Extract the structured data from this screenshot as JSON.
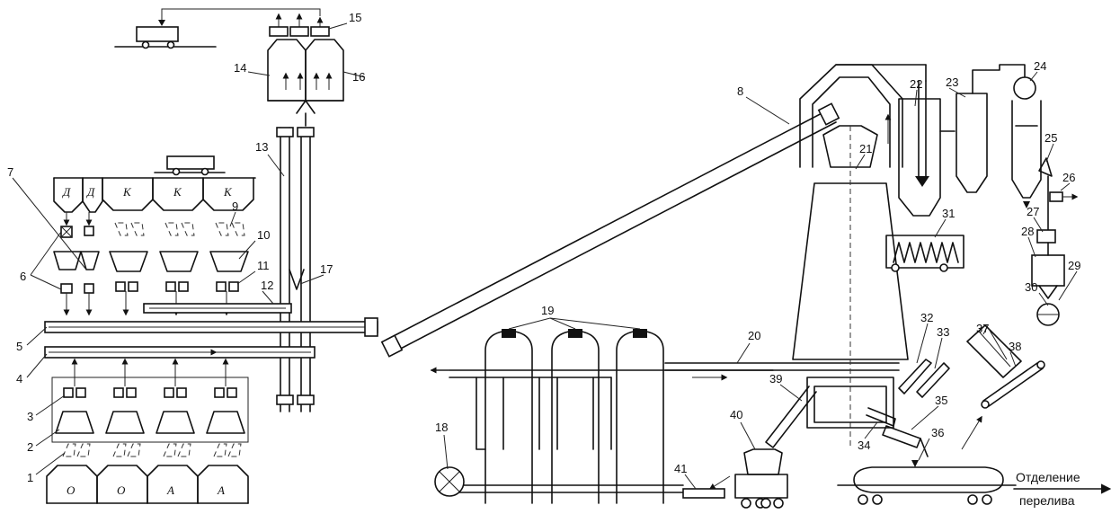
{
  "bins_top": [
    "Д",
    "Д",
    "К",
    "К",
    "К"
  ],
  "bins_bottom": [
    "О",
    "О",
    "А",
    "А"
  ],
  "callouts": [
    "1",
    "2",
    "3",
    "4",
    "5",
    "6",
    "7",
    "8",
    "9",
    "10",
    "11",
    "12",
    "13",
    "14",
    "15",
    "16",
    "17",
    "18",
    "19",
    "20",
    "21",
    "22",
    "23",
    "24",
    "25",
    "26",
    "27",
    "28",
    "29",
    "30",
    "31",
    "32",
    "33",
    "34",
    "35",
    "36",
    "37",
    "38",
    "39",
    "40",
    "41"
  ],
  "exit_label_line1": "Отделение",
  "exit_label_line2": "перелива"
}
